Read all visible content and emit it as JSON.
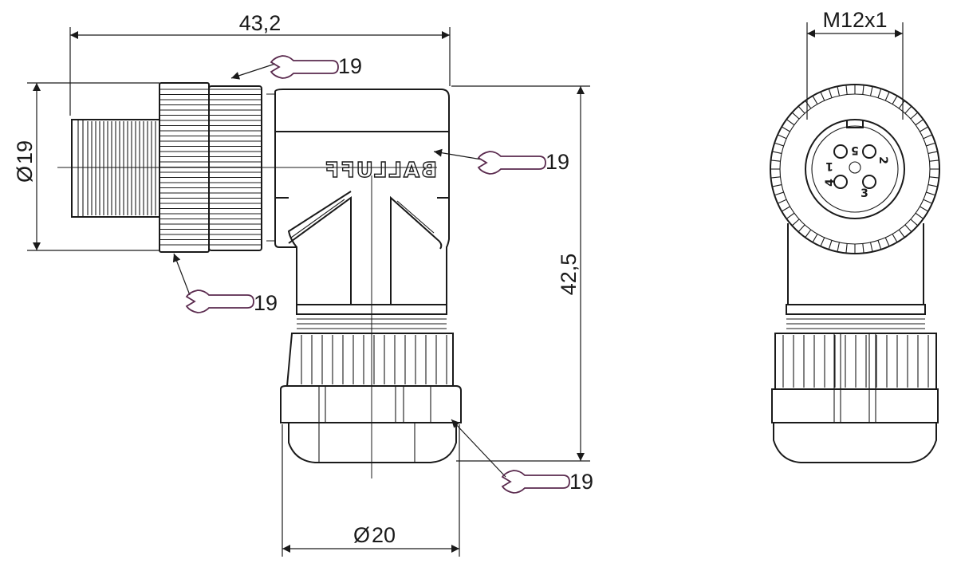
{
  "dimensions": {
    "overall_length": "43,2",
    "overall_height": "42,5",
    "plug_diameter": "19",
    "gland_diameter": "20",
    "thread": "M12x1",
    "diameter_symbol": "Ø"
  },
  "wrench_sizes": {
    "coupling_nut_top": "19",
    "coupling_nut_bottom": "19",
    "housing": "19",
    "cable_gland": "19"
  },
  "brand": "BALLUFF",
  "pins": [
    "1",
    "2",
    "3",
    "4",
    "5"
  ],
  "colors": {
    "line": "#1a1a1a",
    "wrench_symbol": "#5a2a4e",
    "background": "#ffffff"
  }
}
